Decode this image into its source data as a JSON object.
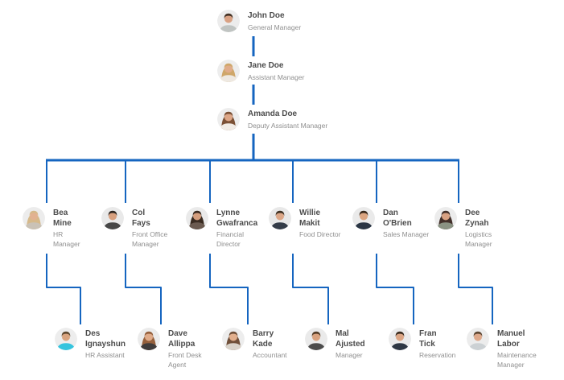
{
  "colors": {
    "background": "#ffffff",
    "connector": "#1565c0",
    "name_text": "#4c4c4c",
    "title_text": "#8f8f8f"
  },
  "nodes": [
    {
      "id": "john-doe",
      "name": "John Doe",
      "title": "General Manager",
      "reports_to": null,
      "avatar": {
        "bg": "#ececec",
        "skin": "#d9a183",
        "hair": "#463325",
        "hair_back": "none",
        "shirt": "#c0c4c2"
      }
    },
    {
      "id": "jane-doe",
      "name": "Jane Doe",
      "title": "Assistant Manager",
      "reports_to": "john-doe",
      "avatar": {
        "bg": "#ededed",
        "skin": "#e0ac8a",
        "hair": "#cfa76a",
        "hair_back": "#cfa76a",
        "shirt": "#eee9e2"
      }
    },
    {
      "id": "amanda-doe",
      "name": "Amanda Doe",
      "title": "Deputy Assistant Manager",
      "reports_to": "jane-doe",
      "avatar": {
        "bg": "#ededed",
        "skin": "#dda687",
        "hair": "#7b5136",
        "hair_back": "#7b5136",
        "shirt": "#f1ece6"
      }
    },
    {
      "id": "bea-mine",
      "name": "Bea\nMine",
      "title": "HR\nManager",
      "reports_to": "amanda-doe",
      "avatar": {
        "bg": "#ececec",
        "skin": "#e2b291",
        "hair": "#d6b98a",
        "hair_back": "#d6b98a",
        "shirt": "#cac2b6"
      }
    },
    {
      "id": "col-fays",
      "name": "Col\nFays",
      "title": "Front Office\nManager",
      "reports_to": "amanda-doe",
      "avatar": {
        "bg": "#e9e9e9",
        "skin": "#d8a07e",
        "hair": "#2f2721",
        "hair_back": "none",
        "shirt": "#474747"
      }
    },
    {
      "id": "lynne-gwafranca",
      "name": "Lynne\nGwafranca",
      "title": "Financial\nDirector",
      "reports_to": "amanda-doe",
      "avatar": {
        "bg": "#eaeaea",
        "skin": "#d59e7e",
        "hair": "#3a2b21",
        "hair_back": "#3a2b21",
        "shirt": "#6b5a50"
      }
    },
    {
      "id": "willie-makit",
      "name": "Willie\nMakit",
      "title": "Food Director",
      "reports_to": "amanda-doe",
      "avatar": {
        "bg": "#e8e8e8",
        "skin": "#dca788",
        "hair": "#3e3023",
        "hair_back": "none",
        "shirt": "#343c48"
      }
    },
    {
      "id": "dan-obrien",
      "name": "Dan\nO'Brien",
      "title": "Sales Manager",
      "reports_to": "amanda-doe",
      "avatar": {
        "bg": "#eaeaea",
        "skin": "#dba581",
        "hair": "#38291c",
        "hair_back": "none",
        "shirt": "#2b3644"
      }
    },
    {
      "id": "dee-zynah",
      "name": "Dee\nZynah",
      "title": "Logistics\nManager",
      "reports_to": "amanda-doe",
      "avatar": {
        "bg": "#ececec",
        "skin": "#d8a182",
        "hair": "#42302a",
        "hair_back": "#42302a",
        "shirt": "#8a9383"
      }
    },
    {
      "id": "des-ignayshun",
      "name": "Des\nIgnayshun",
      "title": "HR Assistant",
      "reports_to": "bea-mine",
      "avatar": {
        "bg": "#ededed",
        "skin": "#d9a47f",
        "hair": "#5f4930",
        "hair_back": "none",
        "shirt": "#35c4de"
      }
    },
    {
      "id": "dave-allippa",
      "name": "Dave\nAllippa",
      "title": "Front Desk\nAgent",
      "reports_to": "col-fays",
      "avatar": {
        "bg": "#ebebeb",
        "skin": "#e0ab89",
        "hair": "#95603c",
        "hair_back": "#95603c",
        "shirt": "#3f3c3c"
      }
    },
    {
      "id": "barry-kade",
      "name": "Barry\nKade",
      "title": "Accountant",
      "reports_to": "lynne-gwafranca",
      "avatar": {
        "bg": "#ededed",
        "skin": "#e2af8d",
        "hair": "#70503a",
        "hair_back": "#70503a",
        "shirt": "#d9d3ca"
      }
    },
    {
      "id": "mal-ajusted",
      "name": "Mal\nAjusted",
      "title": "Manager",
      "reports_to": "willie-makit",
      "avatar": {
        "bg": "#eaeaea",
        "skin": "#d9a27f",
        "hair": "#543d28",
        "hair_back": "none",
        "shirt": "#4c4c4c"
      }
    },
    {
      "id": "fran-tick",
      "name": "Fran\nTick",
      "title": "Reservation",
      "reports_to": "dan-obrien",
      "avatar": {
        "bg": "#ebebeb",
        "skin": "#dca685",
        "hair": "#3c2d20",
        "hair_back": "none",
        "shirt": "#2e3744"
      }
    },
    {
      "id": "manuel-labor",
      "name": "Manuel\nLabor",
      "title": "Maintenance\nManager",
      "reports_to": "dee-zynah",
      "avatar": {
        "bg": "#ececec",
        "skin": "#dda88a",
        "hair": "#5e4733",
        "hair_back": "none",
        "shirt": "#ccd1d4"
      }
    }
  ]
}
